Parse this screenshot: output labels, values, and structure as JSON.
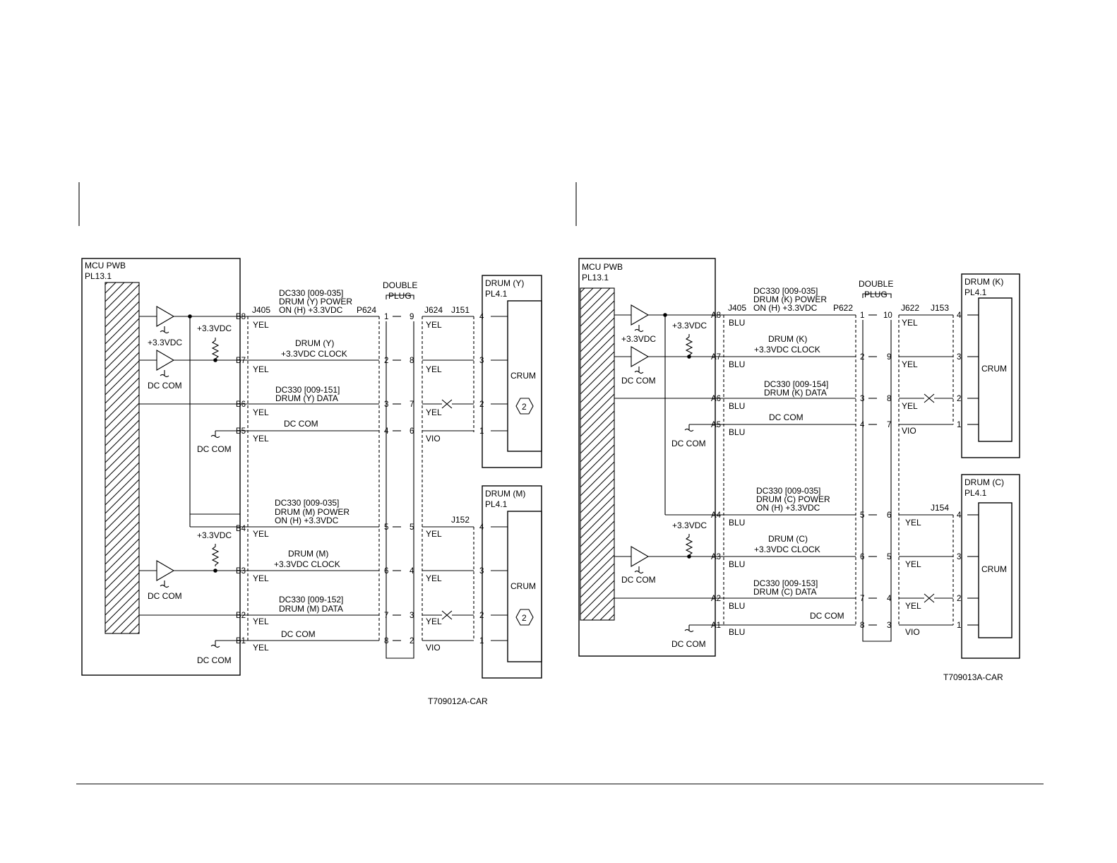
{
  "left": {
    "mcu": {
      "name": "MCU PWB",
      "pl": "PL13.1"
    },
    "j405": "J405",
    "p_conn": "P624",
    "double_plug": [
      "DOUBLE",
      "PLUG"
    ],
    "j_conn": "J624",
    "buffer_supply": "+3.3VDC",
    "pullup_supply": "+3.3VDC",
    "dc_com": "DC COM",
    "crum": "CRUM",
    "hex_label": "2",
    "figure_id": "T709012A-CAR",
    "drum_y": {
      "name": "DRUM (Y)",
      "pl": "PL4.1",
      "conn": "J151",
      "sig_power": [
        "DC330 [009-035]",
        "DRUM (Y) POWER",
        "ON (H) +3.3VDC"
      ],
      "sig_clock": [
        "DRUM (Y)",
        "+3.3VDC CLOCK"
      ],
      "sig_data": [
        "DC330 [009-151]",
        "DRUM (Y) DATA"
      ],
      "sig_com": "DC COM",
      "pins": [
        {
          "mcu": "B8",
          "color": "YEL",
          "dp_left": "1",
          "dp_right": "9",
          "color2": "YEL",
          "drum": "4"
        },
        {
          "mcu": "B7",
          "color": "YEL",
          "dp_left": "2",
          "dp_right": "8",
          "color2": "YEL",
          "drum": "3"
        },
        {
          "mcu": "B6",
          "color": "YEL",
          "dp_left": "3",
          "dp_right": "7",
          "color2": "YEL",
          "drum": "2"
        },
        {
          "mcu": "B5",
          "color": "YEL",
          "dp_left": "4",
          "dp_right": "6",
          "color2": "VIO",
          "drum": "1"
        }
      ]
    },
    "drum_m": {
      "name": "DRUM (M)",
      "pl": "PL4.1",
      "conn": "J152",
      "sig_power": [
        "DC330 [009-035]",
        "DRUM (M) POWER",
        "ON (H) +3.3VDC"
      ],
      "sig_clock": [
        "DRUM (M)",
        "+3.3VDC CLOCK"
      ],
      "sig_data_code": "DC330 [009-152]",
      "sig_data_name": "DRUM (M) DATA",
      "sig_com": "DC COM",
      "pins": [
        {
          "mcu": "B4",
          "color": "YEL",
          "dp_left": "5",
          "dp_right": "5",
          "color2": "YEL",
          "drum": "4"
        },
        {
          "mcu": "B3",
          "color": "YEL",
          "dp_left": "6",
          "dp_right": "4",
          "color2": "YEL",
          "drum": "3"
        },
        {
          "mcu": "B2",
          "color": "YEL",
          "dp_left": "7",
          "dp_right": "3",
          "color2": "YEL",
          "drum": "2"
        },
        {
          "mcu": "B1",
          "color": "YEL",
          "dp_left": "8",
          "dp_right": "2",
          "color2": "VIO",
          "drum": "1"
        }
      ]
    }
  },
  "right": {
    "mcu": {
      "name": "MCU PWB",
      "pl": "PL13.1"
    },
    "j405": "J405",
    "p_conn": "P622",
    "double_plug": [
      "DOUBLE",
      "PLUG"
    ],
    "j_conn": "J622",
    "buffer_supply": "+3.3VDC",
    "pullup_supply": "+3.3VDC",
    "dc_com": "DC COM",
    "crum": "CRUM",
    "figure_id": "T709013A-CAR",
    "drum_k": {
      "name": "DRUM (K)",
      "pl": "PL4.1",
      "conn": "J153",
      "sig_power": [
        "DC330 [009-035]",
        "DRUM (K) POWER",
        "ON (H) +3.3VDC"
      ],
      "sig_clock": [
        "DRUM (K)",
        "+3.3VDC CLOCK"
      ],
      "sig_data": [
        "DC330 [009-154]",
        "DRUM (K) DATA"
      ],
      "sig_com": "DC COM",
      "pins": [
        {
          "mcu": "A8",
          "color": "BLU",
          "dp_left": "1",
          "dp_right": "10",
          "color2": "YEL",
          "drum": "4"
        },
        {
          "mcu": "A7",
          "color": "BLU",
          "dp_left": "2",
          "dp_right": "9",
          "color2": "YEL",
          "drum": "3"
        },
        {
          "mcu": "A6",
          "color": "BLU",
          "dp_left": "3",
          "dp_right": "8",
          "color2": "YEL",
          "drum": "2"
        },
        {
          "mcu": "A5",
          "color": "BLU",
          "dp_left": "4",
          "dp_right": "7",
          "color2": "VIO",
          "drum": "1"
        }
      ]
    },
    "drum_c": {
      "name": "DRUM (C)",
      "pl": "PL4.1",
      "conn": "J154",
      "sig_power": [
        "DC330 [009-035]",
        "DRUM (C) POWER",
        "ON (H) +3.3VDC"
      ],
      "sig_clock": [
        "DRUM (C)",
        "+3.3VDC CLOCK"
      ],
      "sig_data": [
        "DC330 [009-153]",
        "DRUM (C) DATA"
      ],
      "sig_com": "DC COM",
      "pins": [
        {
          "mcu": "A4",
          "color": "BLU",
          "dp_left": "5",
          "dp_right": "6",
          "color2": "YEL",
          "drum": "4"
        },
        {
          "mcu": "A3",
          "color": "BLU",
          "dp_left": "6",
          "dp_right": "5",
          "color2": "YEL",
          "drum": "3"
        },
        {
          "mcu": "A2",
          "color": "BLU",
          "dp_left": "7",
          "dp_right": "4",
          "color2": "YEL",
          "drum": "2"
        },
        {
          "mcu": "A1",
          "color": "BLU",
          "dp_left": "8",
          "dp_right": "3",
          "color2": "VIO",
          "drum": "1"
        }
      ]
    }
  }
}
